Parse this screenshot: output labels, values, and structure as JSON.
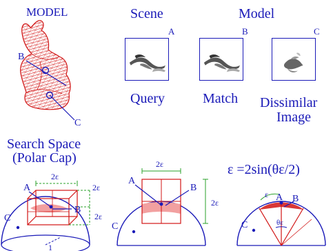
{
  "model_title": "MODEL",
  "model_markers": [
    "B",
    "C"
  ],
  "headers": {
    "scene": "Scene",
    "model": "Model"
  },
  "thumbnails": [
    {
      "letter": "A",
      "caption": "Query"
    },
    {
      "letter": "B",
      "caption": "Match"
    },
    {
      "letter": "C",
      "caption_line1": "Dissimilar",
      "caption_line2": "Image"
    }
  ],
  "search_space": {
    "line1": "Search Space",
    "line2": "(Polar Cap)"
  },
  "formula": "ε =2sin(θε/2)",
  "diagram1": {
    "labels": {
      "width": "2ε",
      "depth": "2ε",
      "height": "2ε",
      "A": "A",
      "B": "B",
      "C": "C",
      "radius": "1"
    }
  },
  "diagram2": {
    "labels": {
      "width": "2ε",
      "height": "2ε",
      "A": "A",
      "B": "B",
      "C": "C"
    }
  },
  "diagram3": {
    "labels": {
      "eps": "ε",
      "theta": "θε",
      "A": "A",
      "B": "B",
      "C": "C"
    }
  },
  "colors": {
    "blue": "#1a1ab8",
    "red": "#d11414",
    "pink": "#f2a0a0",
    "green": "#2aa02a"
  }
}
